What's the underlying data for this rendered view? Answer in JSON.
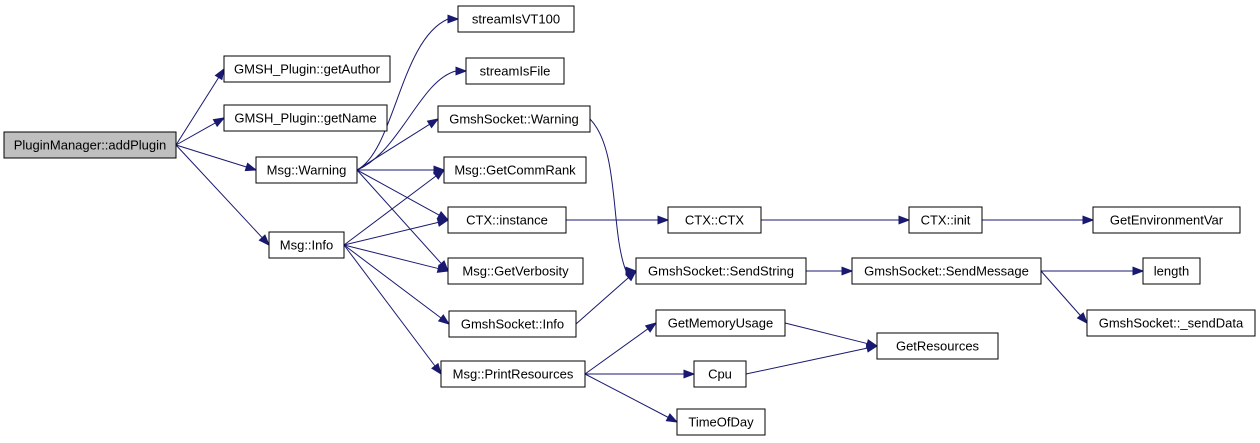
{
  "nodes": {
    "pm_addplugin": "PluginManager::addPlugin",
    "getauthor": "GMSH_Plugin::getAuthor",
    "getname": "GMSH_Plugin::getName",
    "msg_warning": "Msg::Warning",
    "msg_info": "Msg::Info",
    "streamisvt100": "streamIsVT100",
    "streamisfile": "streamIsFile",
    "gsock_warning": "GmshSocket::Warning",
    "msg_getcommrank": "Msg::GetCommRank",
    "ctx_instance": "CTX::instance",
    "msg_getverbosity": "Msg::GetVerbosity",
    "gsock_info": "GmshSocket::Info",
    "msg_printresources": "Msg::PrintResources",
    "ctx_ctx": "CTX::CTX",
    "gsock_sendstring": "GmshSocket::SendString",
    "getmemoryusage": "GetMemoryUsage",
    "cpu": "Cpu",
    "timeofday": "TimeOfDay",
    "ctx_init": "CTX::init",
    "gsock_sendmessage": "GmshSocket::SendMessage",
    "getresources": "GetResources",
    "getenvironmentvar": "GetEnvironmentVar",
    "length": "length",
    "gsock_senddata": "GmshSocket::_sendData"
  },
  "edges": [
    [
      "pm_addplugin",
      "getauthor"
    ],
    [
      "pm_addplugin",
      "getname"
    ],
    [
      "pm_addplugin",
      "msg_warning"
    ],
    [
      "pm_addplugin",
      "msg_info"
    ],
    [
      "msg_warning",
      "streamisvt100"
    ],
    [
      "msg_warning",
      "streamisfile"
    ],
    [
      "msg_warning",
      "gsock_warning"
    ],
    [
      "msg_warning",
      "msg_getcommrank"
    ],
    [
      "msg_warning",
      "ctx_instance"
    ],
    [
      "msg_warning",
      "msg_getverbosity"
    ],
    [
      "msg_info",
      "msg_getcommrank"
    ],
    [
      "msg_info",
      "ctx_instance"
    ],
    [
      "msg_info",
      "msg_getverbosity"
    ],
    [
      "msg_info",
      "gsock_info"
    ],
    [
      "msg_info",
      "msg_printresources"
    ],
    [
      "gsock_warning",
      "gsock_sendstring"
    ],
    [
      "ctx_instance",
      "ctx_ctx"
    ],
    [
      "ctx_ctx",
      "ctx_init"
    ],
    [
      "ctx_init",
      "getenvironmentvar"
    ],
    [
      "gsock_info",
      "gsock_sendstring"
    ],
    [
      "gsock_sendstring",
      "gsock_sendmessage"
    ],
    [
      "gsock_sendmessage",
      "length"
    ],
    [
      "gsock_sendmessage",
      "gsock_senddata"
    ],
    [
      "msg_printresources",
      "getmemoryusage"
    ],
    [
      "msg_printresources",
      "cpu"
    ],
    [
      "msg_printresources",
      "timeofday"
    ],
    [
      "getmemoryusage",
      "getresources"
    ],
    [
      "cpu",
      "getresources"
    ]
  ],
  "colors": {
    "edge": "#191970",
    "root_fill": "#bfbfbf",
    "node_fill": "#ffffff",
    "node_stroke": "#000000"
  }
}
